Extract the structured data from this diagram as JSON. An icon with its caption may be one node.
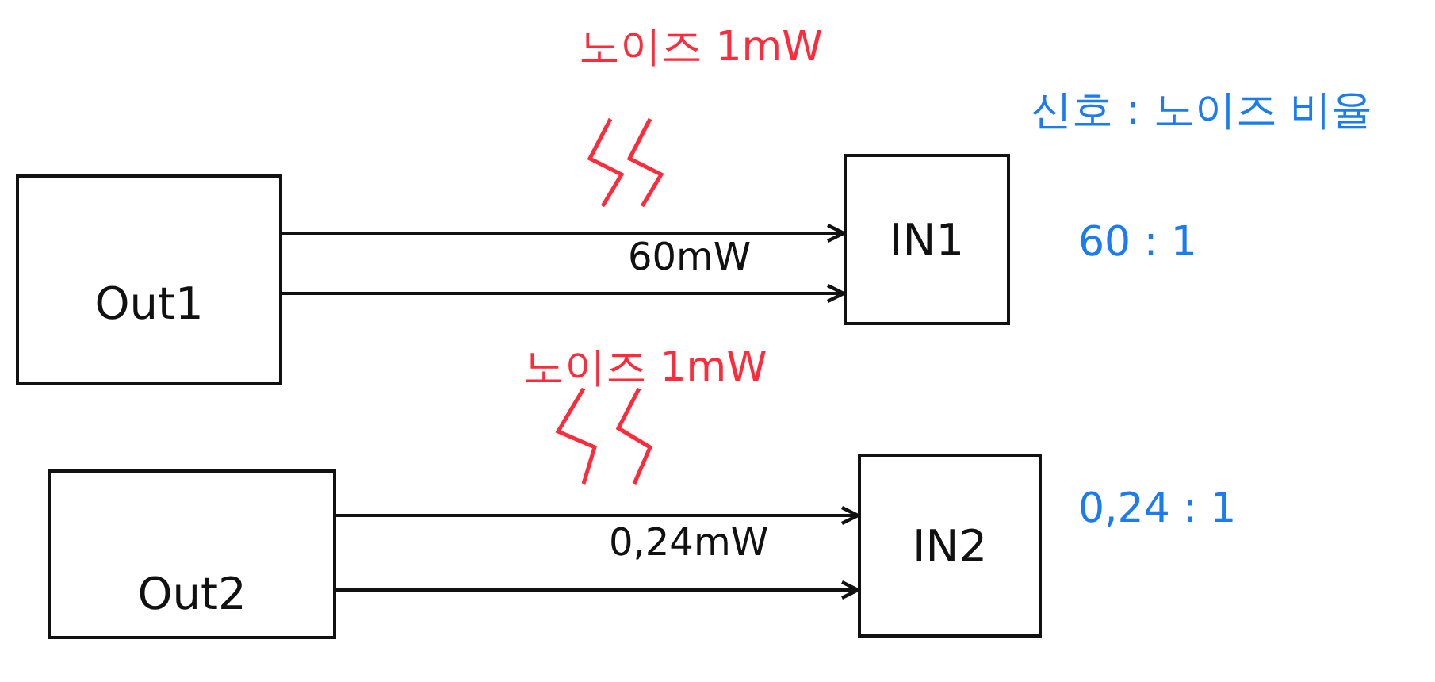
{
  "diagram": {
    "nodes": [
      {
        "text": [
          "Out1"
        ]
      },
      {
        "text": [
          "IN1"
        ]
      },
      {
        "text": [
          "Out2"
        ]
      },
      {
        "text": [
          "IN2"
        ]
      }
    ],
    "edges": [
      {
        "from": 0,
        "to": 1,
        "arrow": "to",
        "label": "60mW"
      },
      {
        "from": 0,
        "to": 1,
        "arrow": "to"
      },
      {
        "from": 2,
        "to": 3,
        "arrow": "to",
        "label": "0,24mW"
      },
      {
        "from": 2,
        "to": 3,
        "arrow": "to"
      }
    ],
    "labels": [
      "노이즈 1mW",
      "신호 : 노이즈 비율",
      "60 : 1",
      "노이즈 1mW",
      "0,24 : 1"
    ]
  }
}
